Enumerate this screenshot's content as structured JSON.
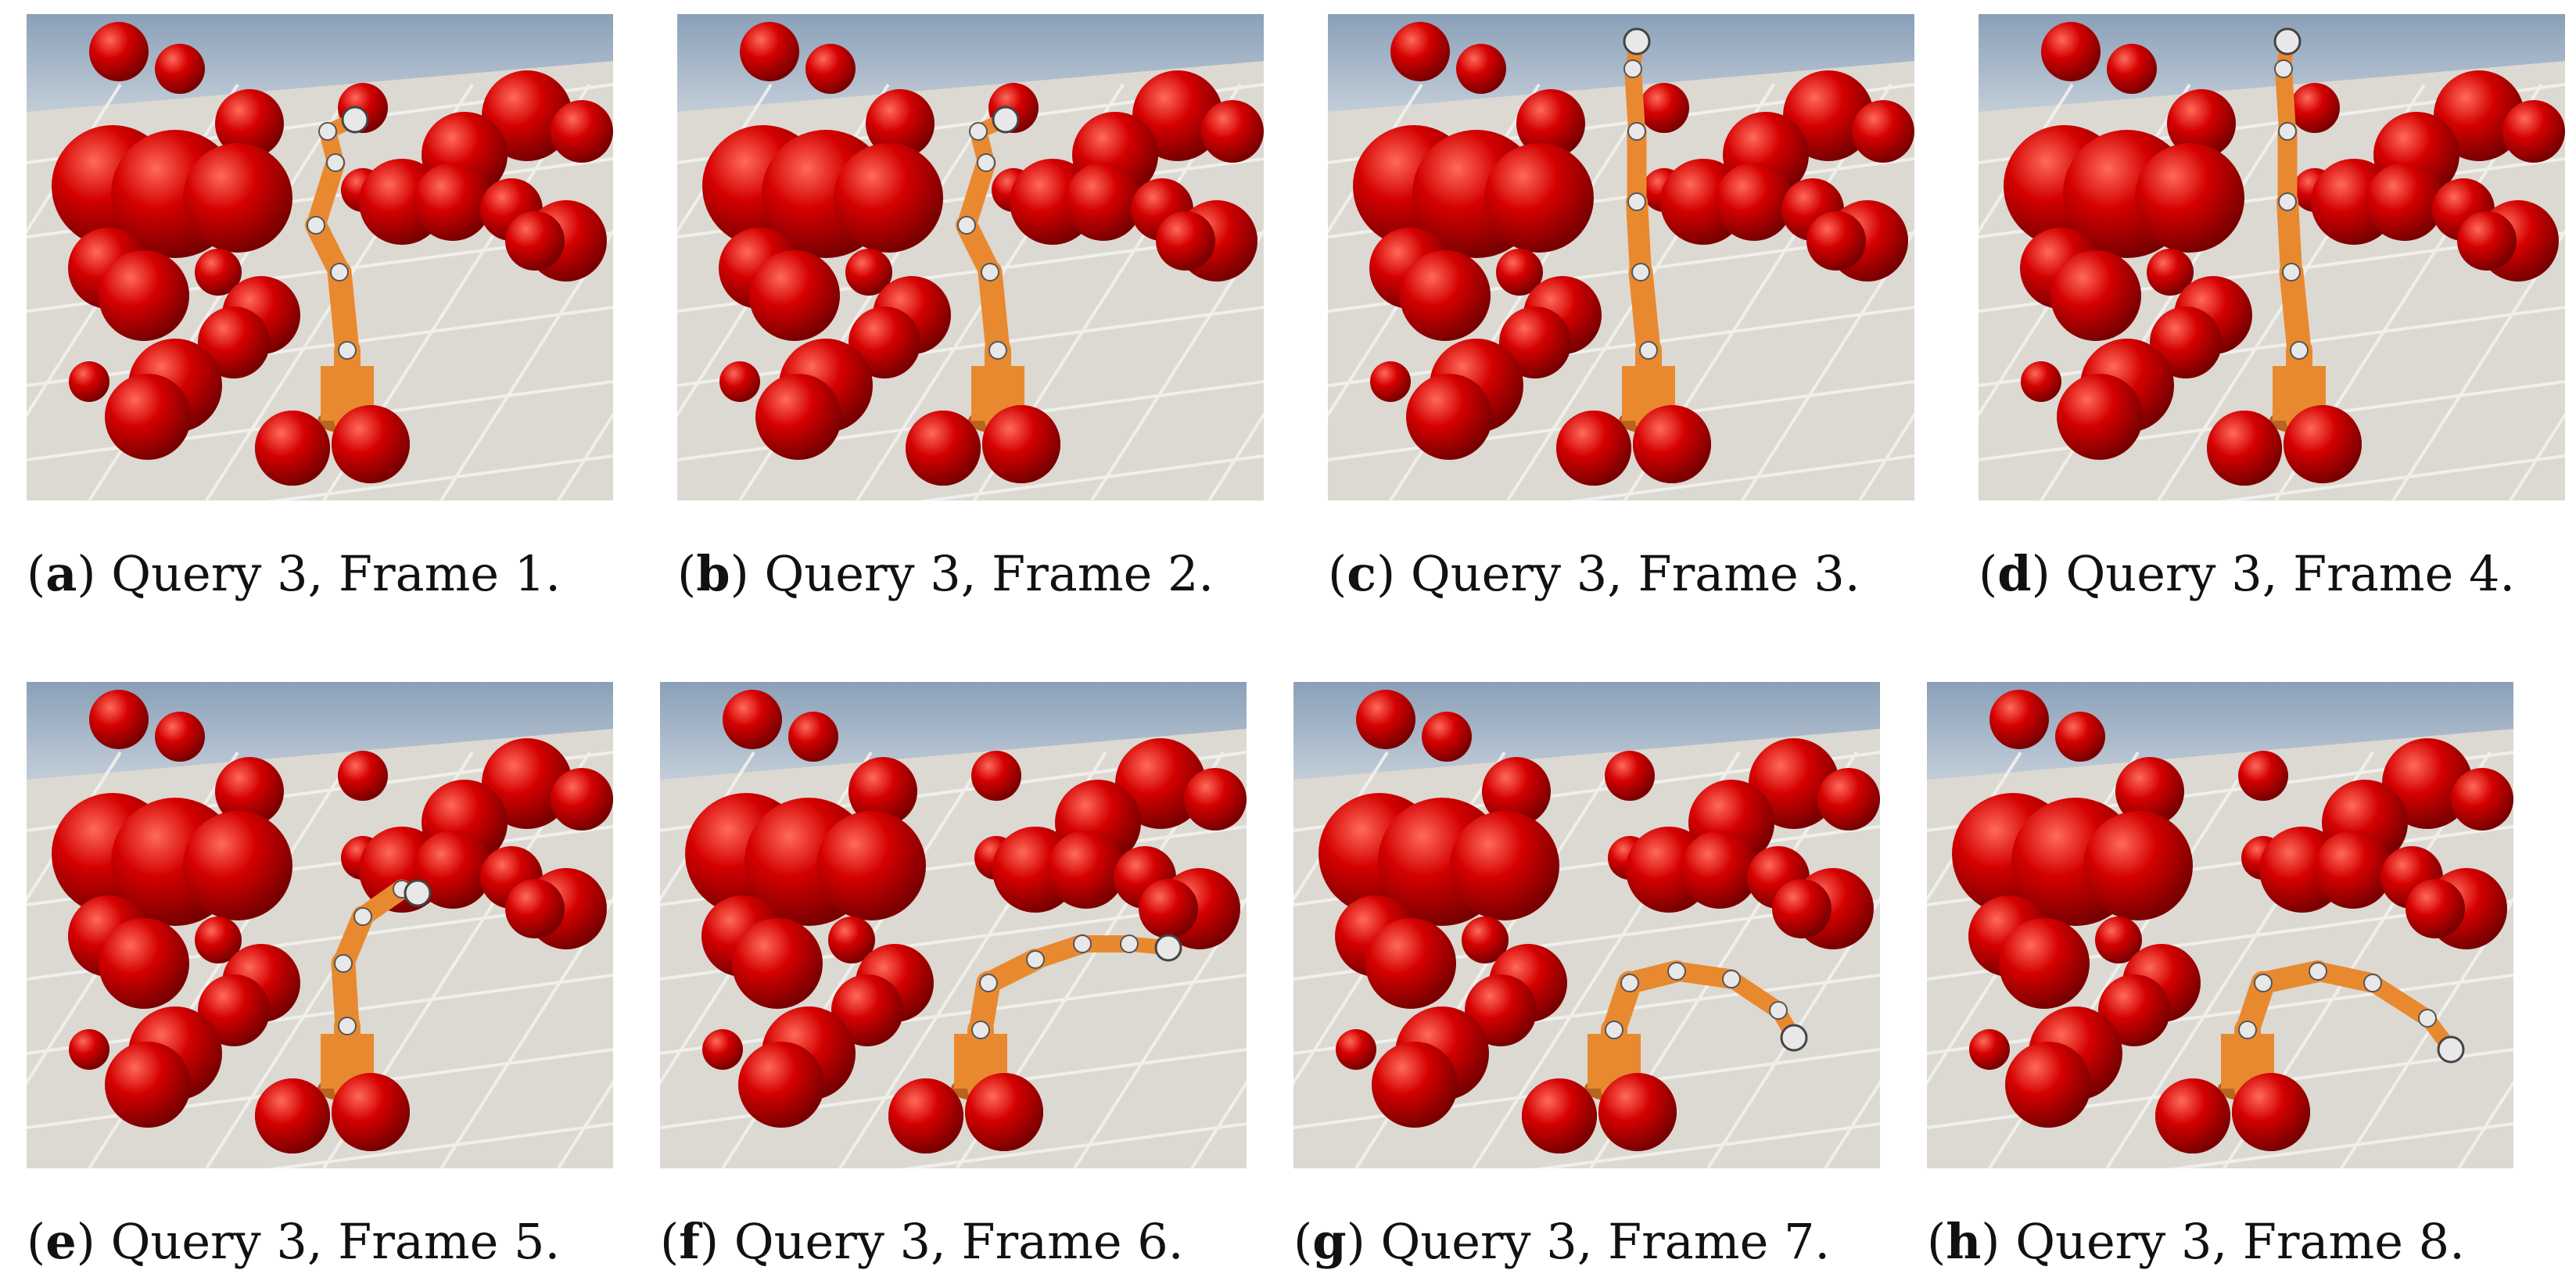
{
  "figure": {
    "panels": [
      {
        "letter": "a",
        "text": "Query 3, Frame 1.",
        "robot_pose": "upright-curled"
      },
      {
        "letter": "b",
        "text": "Query 3, Frame 2.",
        "robot_pose": "upright-curled"
      },
      {
        "letter": "c",
        "text": "Query 3, Frame 3.",
        "robot_pose": "upright-straight"
      },
      {
        "letter": "d",
        "text": "Query 3, Frame 4.",
        "robot_pose": "upright-straight"
      },
      {
        "letter": "e",
        "text": "Query 3, Frame 5.",
        "robot_pose": "bending-right"
      },
      {
        "letter": "f",
        "text": "Query 3, Frame 6.",
        "robot_pose": "reaching-right"
      },
      {
        "letter": "g",
        "text": "Query 3, Frame 7.",
        "robot_pose": "reaching-low"
      },
      {
        "letter": "h",
        "text": "Query 3, Frame 8.",
        "robot_pose": "reaching-low-far"
      }
    ],
    "colors": {
      "sky": "#9fb1c6",
      "floor": "#dcd9d2",
      "obstacle": "#d40000",
      "robot": "#e9892f",
      "robot_joint": "#e8e8e8"
    }
  }
}
